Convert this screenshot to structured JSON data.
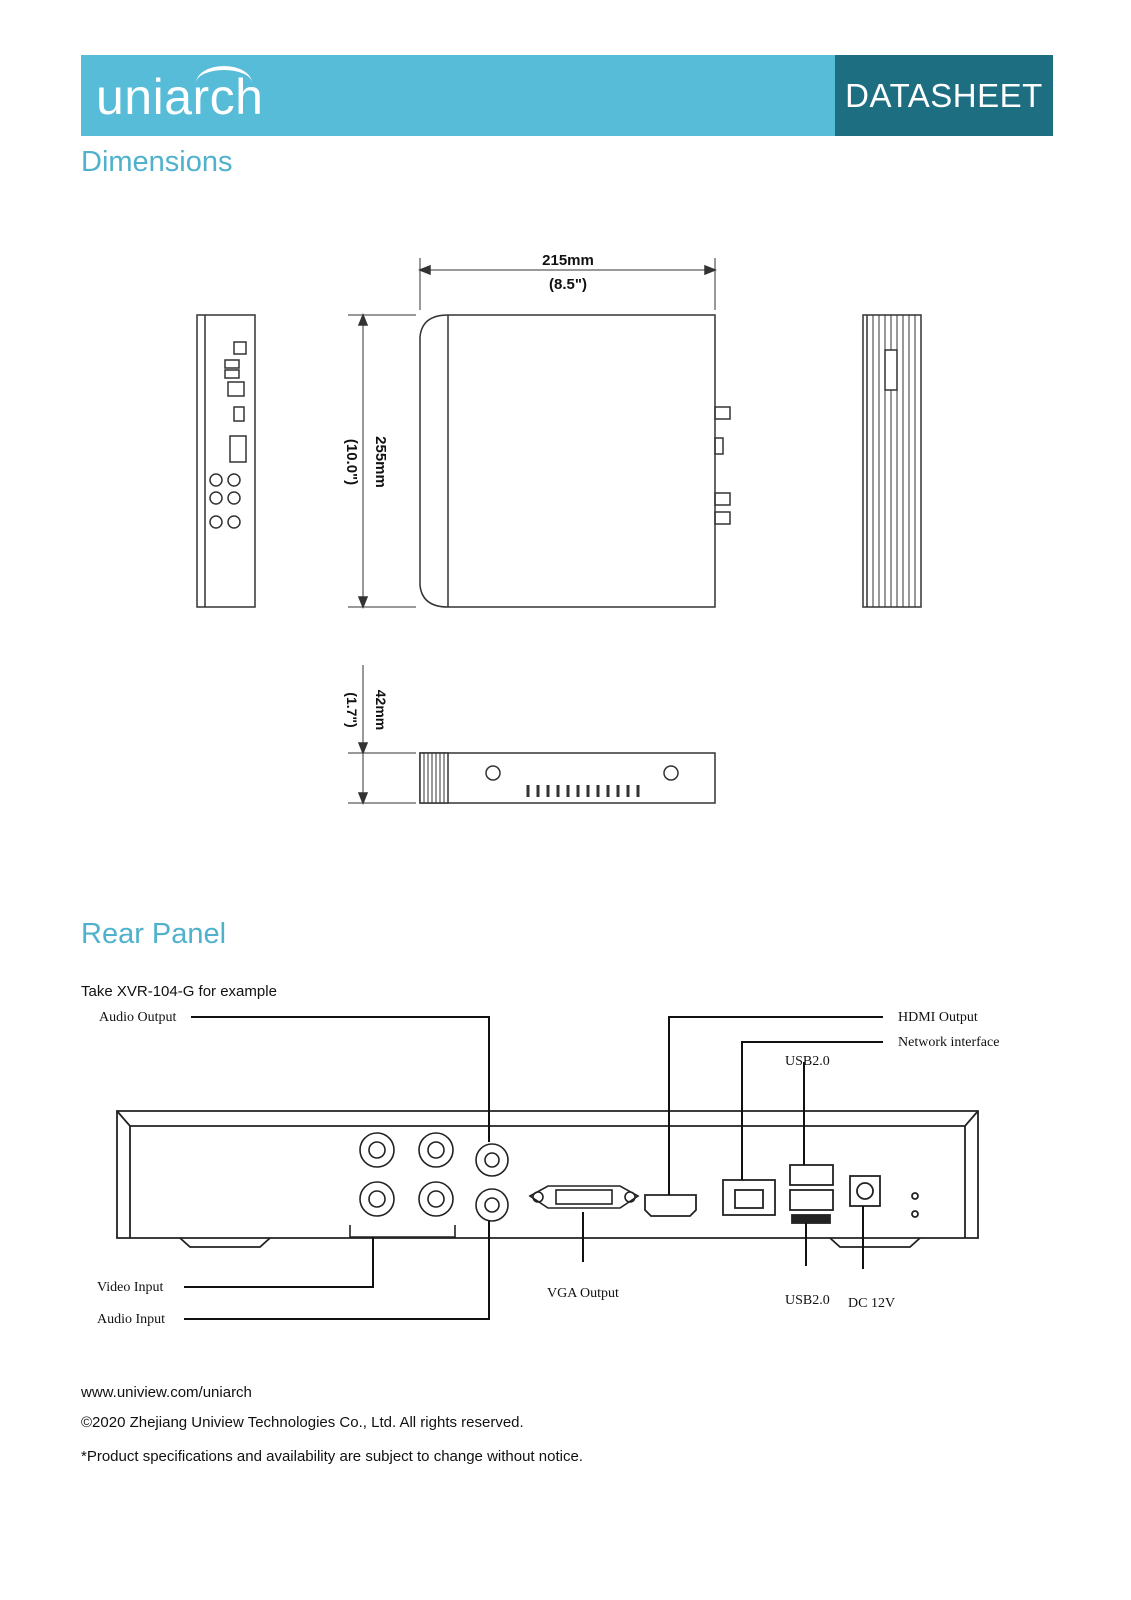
{
  "header": {
    "logo_text": "uniarch",
    "tag": "DATASHEET"
  },
  "dimensions": {
    "title": "Dimensions",
    "width_mm": "215mm",
    "width_in": "(8.5\")",
    "depth_mm": "255mm",
    "depth_in": "(10.0\")",
    "height_mm": "42mm",
    "height_in": "(1.7\")"
  },
  "rear_panel": {
    "title": "Rear Panel",
    "caption": "Take XVR-104-G for example",
    "labels": {
      "audio_output": "Audio Output",
      "hdmi_output": "HDMI Output",
      "network_interface": "Network interface",
      "usb_top": "USB2.0",
      "video_input": "Video Input",
      "audio_input": "Audio Input",
      "vga_output": "VGA Output",
      "usb_bottom": "USB2.0",
      "dc": "DC 12V"
    }
  },
  "footer": {
    "url": "www.uniview.com/uniarch",
    "copyright": "©2020 Zhejiang Uniview Technologies Co., Ltd. All rights reserved.",
    "notice": "*Product specifications and availability are subject to change without notice."
  }
}
